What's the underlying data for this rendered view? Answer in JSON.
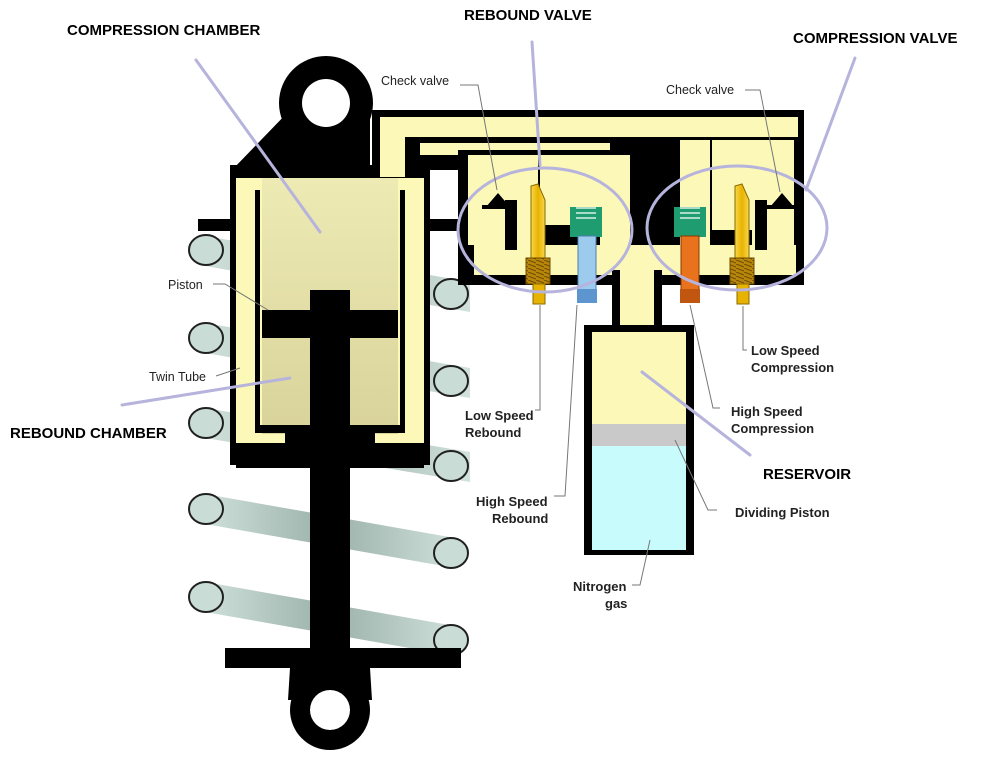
{
  "labels": {
    "compression_chamber": "COMPRESSION CHAMBER",
    "rebound_valve": "REBOUND VALVE",
    "compression_valve": "COMPRESSION VALVE",
    "rebound_chamber": "REBOUND CHAMBER",
    "reservoir": "RESERVOIR",
    "check_valve_left": "Check valve",
    "check_valve_right": "Check valve",
    "piston": "Piston",
    "twin_tube": "Twin Tube",
    "low_speed_rebound": [
      "Low Speed",
      "Rebound"
    ],
    "high_speed_rebound": [
      "High Speed",
      "Rebound"
    ],
    "low_speed_compression": [
      "Low Speed",
      "Compression"
    ],
    "high_speed_compression": [
      "High Speed",
      "Compression"
    ],
    "dividing_piston": "Dividing Piston",
    "nitrogen_gas": [
      "Nitrogen",
      "gas"
    ]
  },
  "colors": {
    "body_black": "#000000",
    "oil_light": "#fbf8b8",
    "oil_chamber": "#e6e2a6",
    "spring_coil": "#c9dcd6",
    "callout_purple": "#b6b3dc",
    "needle_gold": "#f1c20a",
    "spring_green": "#1f9c70",
    "spring_blue": "#9ccbee",
    "spring_orange": "#e8731c",
    "gas_cyan": "#c8fbfb",
    "dividing_piston_gray": "#c9c9c9"
  }
}
